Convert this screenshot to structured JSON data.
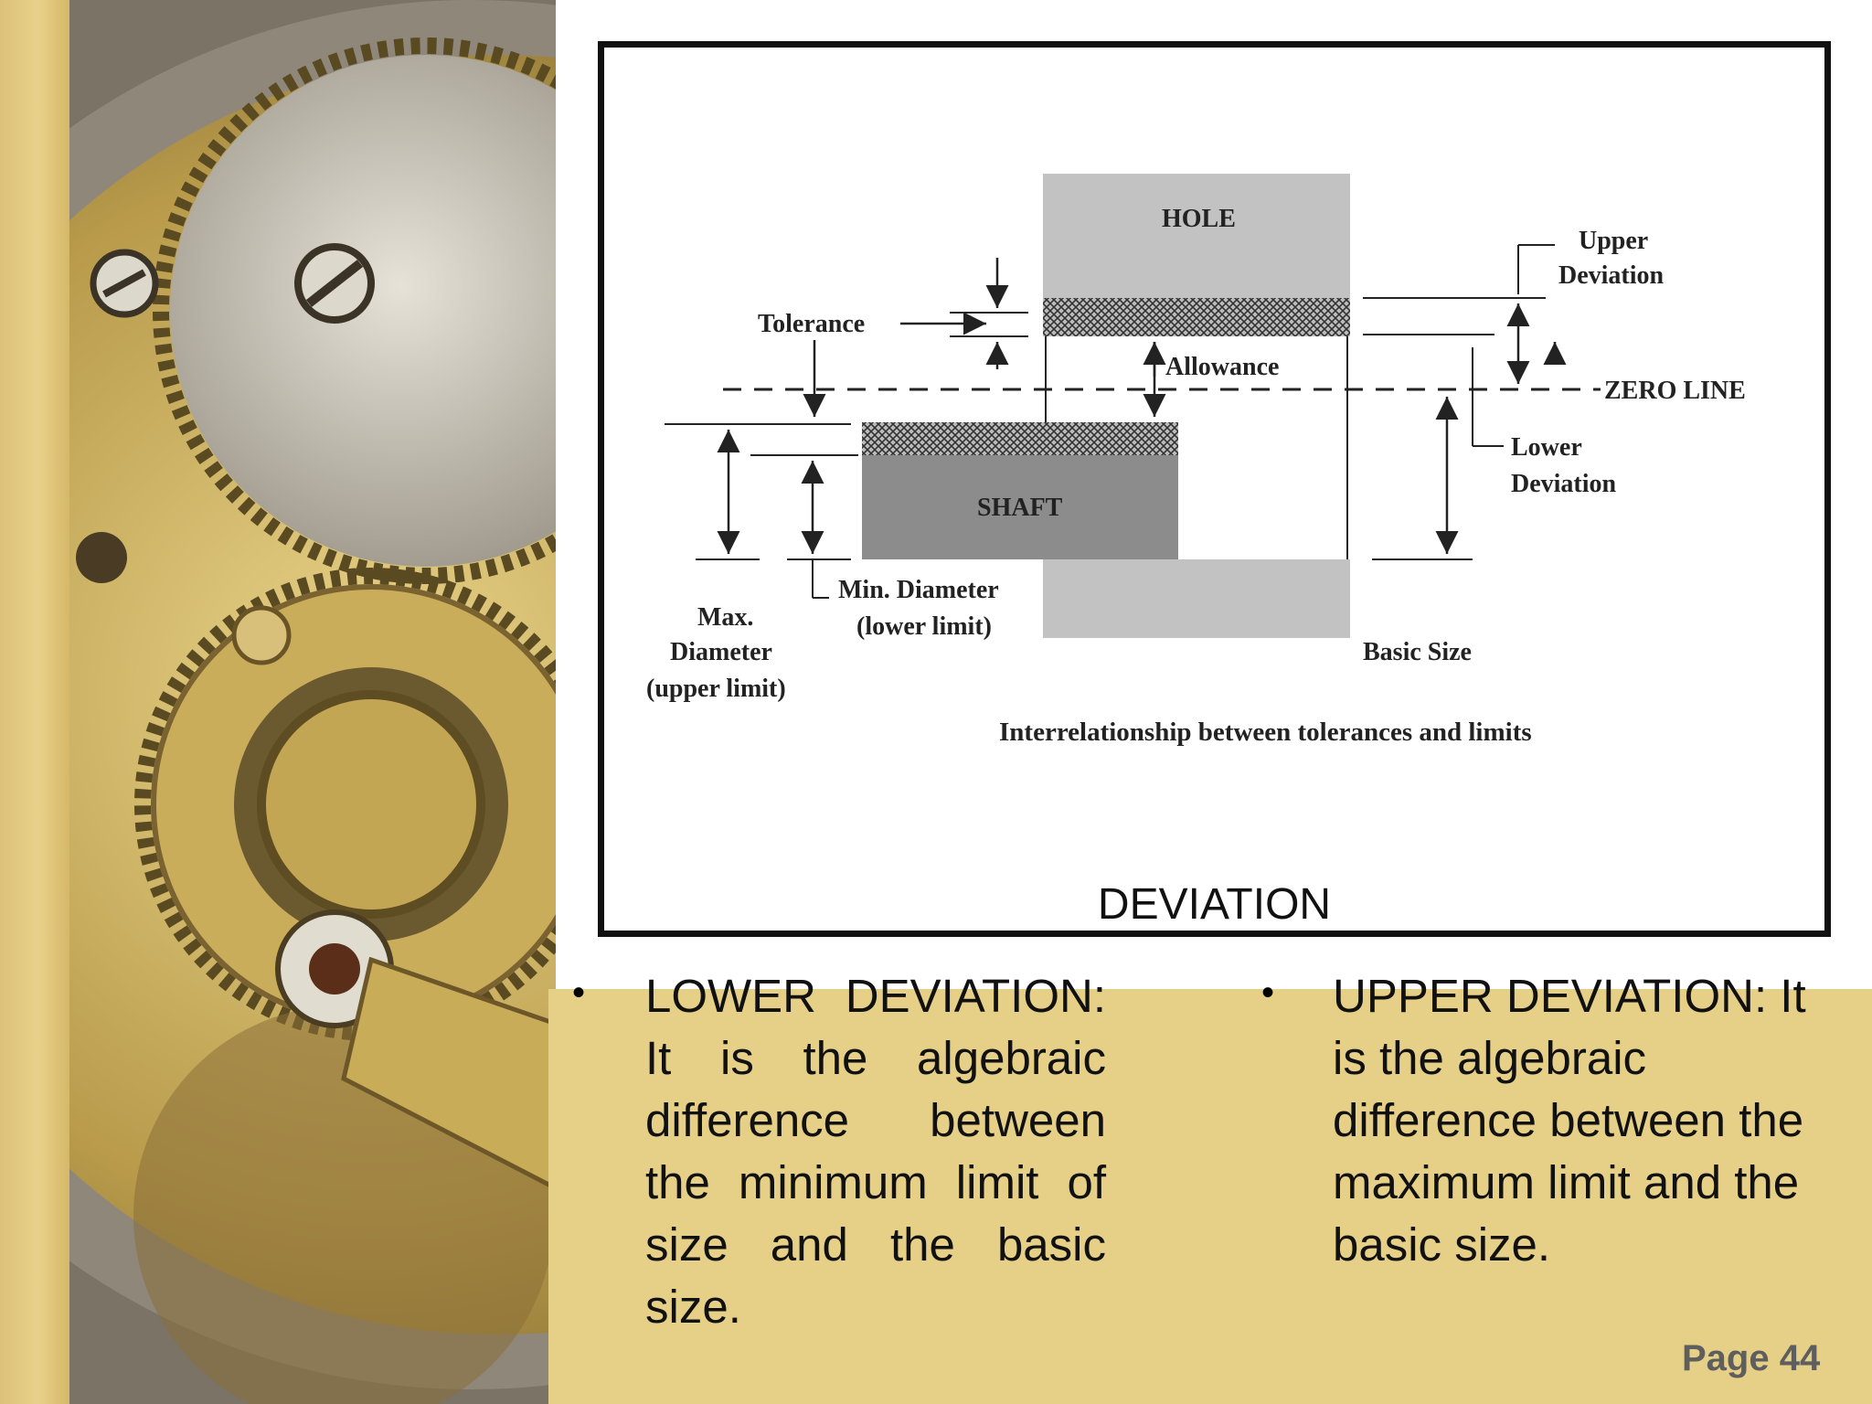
{
  "figure": {
    "labels": {
      "hole": "HOLE",
      "shaft": "SHAFT",
      "tolerance": "Tolerance",
      "allowance": "Allowance",
      "zero_line": "ZERO LINE",
      "upper_deviation_1": "Upper",
      "upper_deviation_2": "Deviation",
      "lower_deviation_1": "Lower",
      "lower_deviation_2": "Deviation",
      "max_diameter_1": "Max.",
      "max_diameter_2": "Diameter",
      "max_diameter_3": "(upper limit)",
      "min_diameter_1": "Min. Diameter",
      "min_diameter_2": "(lower limit)",
      "basic_size": "Basic Size",
      "inner_caption": "Interrelationship between tolerances and limits"
    },
    "caption": "DEVIATION"
  },
  "bullets": {
    "lower": "LOWER DEVIATION: It is the algebraic difference between the minimum limit of size and the basic size.",
    "upper": "UPPER DEVIATION: It is the algebraic difference between the maximum limit and the basic size.",
    "marker": "•"
  },
  "footer": {
    "page": "Page 44"
  }
}
